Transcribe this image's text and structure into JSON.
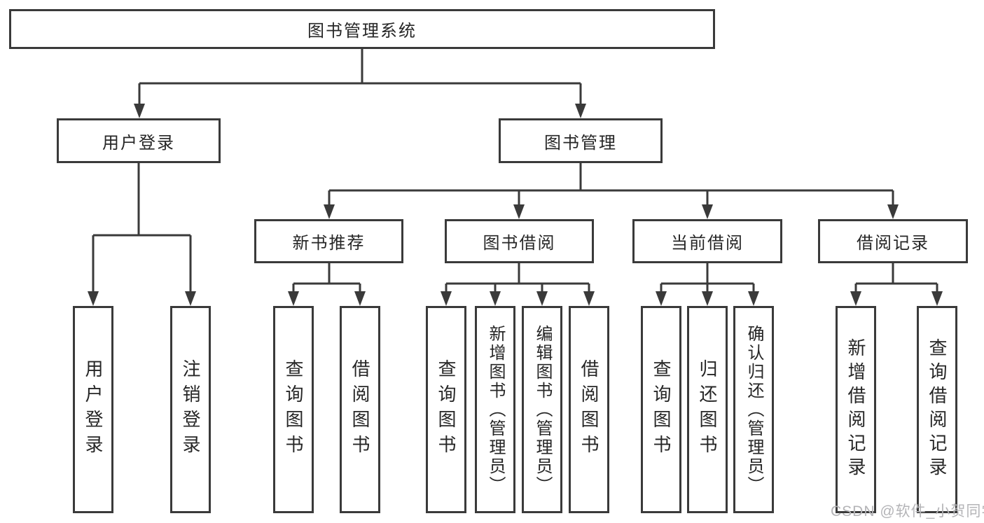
{
  "diagram": {
    "type": "tree",
    "title": "图书管理系统",
    "nodes": {
      "root": {
        "label": "图书管理系统"
      },
      "level2": [
        {
          "label": "用户登录"
        },
        {
          "label": "图书管理"
        }
      ],
      "level3": [
        {
          "label": "新书推荐"
        },
        {
          "label": "图书借阅"
        },
        {
          "label": "当前借阅"
        },
        {
          "label": "借阅记录"
        }
      ],
      "leaves": [
        {
          "label": "用户登录",
          "parent": "用户登录"
        },
        {
          "label": "注销登录",
          "parent": "用户登录"
        },
        {
          "label": "查询图书",
          "parent": "新书推荐"
        },
        {
          "label": "借阅图书",
          "parent": "新书推荐"
        },
        {
          "label": "查询图书",
          "parent": "图书借阅"
        },
        {
          "label": "新增图书（管理员）",
          "parent": "图书借阅"
        },
        {
          "label": "编辑图书（管理员）",
          "parent": "图书借阅"
        },
        {
          "label": "借阅图书",
          "parent": "图书借阅"
        },
        {
          "label": "查询图书",
          "parent": "当前借阅"
        },
        {
          "label": "归还图书",
          "parent": "当前借阅"
        },
        {
          "label": "确认归还（管理员）",
          "parent": "当前借阅"
        },
        {
          "label": "新增借阅记录",
          "parent": "借阅记录"
        },
        {
          "label": "查询借阅记录",
          "parent": "借阅记录"
        }
      ]
    },
    "colors": {
      "line": "#3a3a3a",
      "box_border": "#3a3a3a",
      "text": "#262626",
      "background": "#ffffff",
      "watermark": "#b4b4b7"
    }
  },
  "watermark": {
    "text": "CSDN @软件_小贺同学"
  }
}
